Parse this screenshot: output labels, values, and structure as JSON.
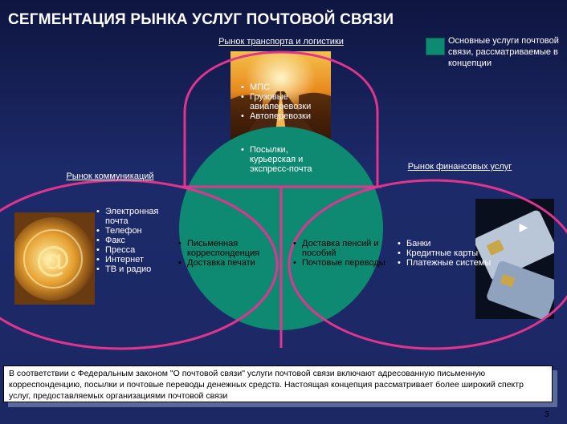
{
  "title": "СЕГМЕНТАЦИЯ РЫНКА УСЛУГ ПОЧТОВОЙ СВЯЗИ",
  "legend": {
    "text": "Основные услуги почтовой связи, рассматриваемые в концепции",
    "color": "#0e8a73"
  },
  "transport": {
    "label": "Рынок транспорта и логистики",
    "items": [
      "МПС",
      "Грузовые авиаперевозки",
      "Автоперевозки"
    ]
  },
  "center": {
    "top_items": [
      "Посылки, курьерская и экспресс-почта"
    ],
    "left_items": [
      "Письменная корреспонденция",
      "Доставка печати"
    ],
    "right_items": [
      "Доставка пенсий и пособий",
      "Почтовые переводы"
    ]
  },
  "communications": {
    "label": "Рынок коммуникаций",
    "items": [
      "Электронная почта",
      "Телефон",
      "Факс",
      "Пресса",
      "Интернет",
      "ТВ и радио"
    ]
  },
  "finance": {
    "label": "Рынок финансовых услуг",
    "items": [
      "Банки",
      "Кредитные карты",
      "Платежные системы"
    ]
  },
  "footer": "В соответствии с Федеральным законом \"О почтовой связи\" услуги почтовой связи включают адресованную письменную корреспонденцию, посылки и почтовые переводы денежных средств. Настоящая концепция рассматривает более широкий спектр услуг, предоставляемых организациями почтовой связи",
  "page_number": "3",
  "colors": {
    "circle": "#0e8a73",
    "outline": "#e0358e",
    "background": "#1b2863"
  }
}
